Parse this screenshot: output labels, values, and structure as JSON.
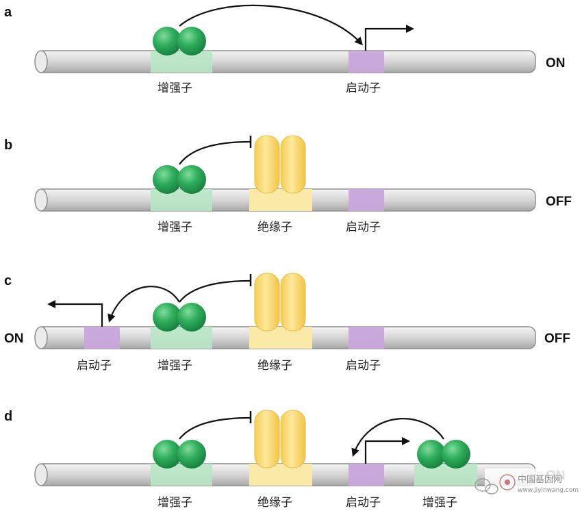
{
  "colors": {
    "dna_fill": "#d9d9d9",
    "enhancer_protein": "#2eaa5a",
    "enhancer_region": "#b9e6c4",
    "insulator": "#f7d768",
    "insulator_region": "#fbe9a8",
    "promoter": "#c8a6db",
    "arrow": "#111111"
  },
  "panels": [
    {
      "letter": "a",
      "state_right": "ON",
      "state_left": "",
      "labels": {
        "enhancer": "增强子",
        "promoter": "启动子"
      }
    },
    {
      "letter": "b",
      "state_right": "OFF",
      "state_left": "",
      "labels": {
        "enhancer": "增强子",
        "insulator": "绝缘子",
        "promoter": "启动子"
      }
    },
    {
      "letter": "c",
      "state_right": "OFF",
      "state_left": "ON",
      "labels": {
        "promoter_left": "启动子",
        "enhancer": "增强子",
        "insulator": "绝缘子",
        "promoter": "启动子"
      }
    },
    {
      "letter": "d",
      "state_right": "ON",
      "state_left": "",
      "labels": {
        "enhancer": "增强子",
        "insulator": "绝缘子",
        "promoter": "启动子",
        "enhancer_right": "增强子"
      }
    }
  ],
  "watermark": {
    "text": "中国基因网",
    "url": "www.jiyinwang.com"
  }
}
